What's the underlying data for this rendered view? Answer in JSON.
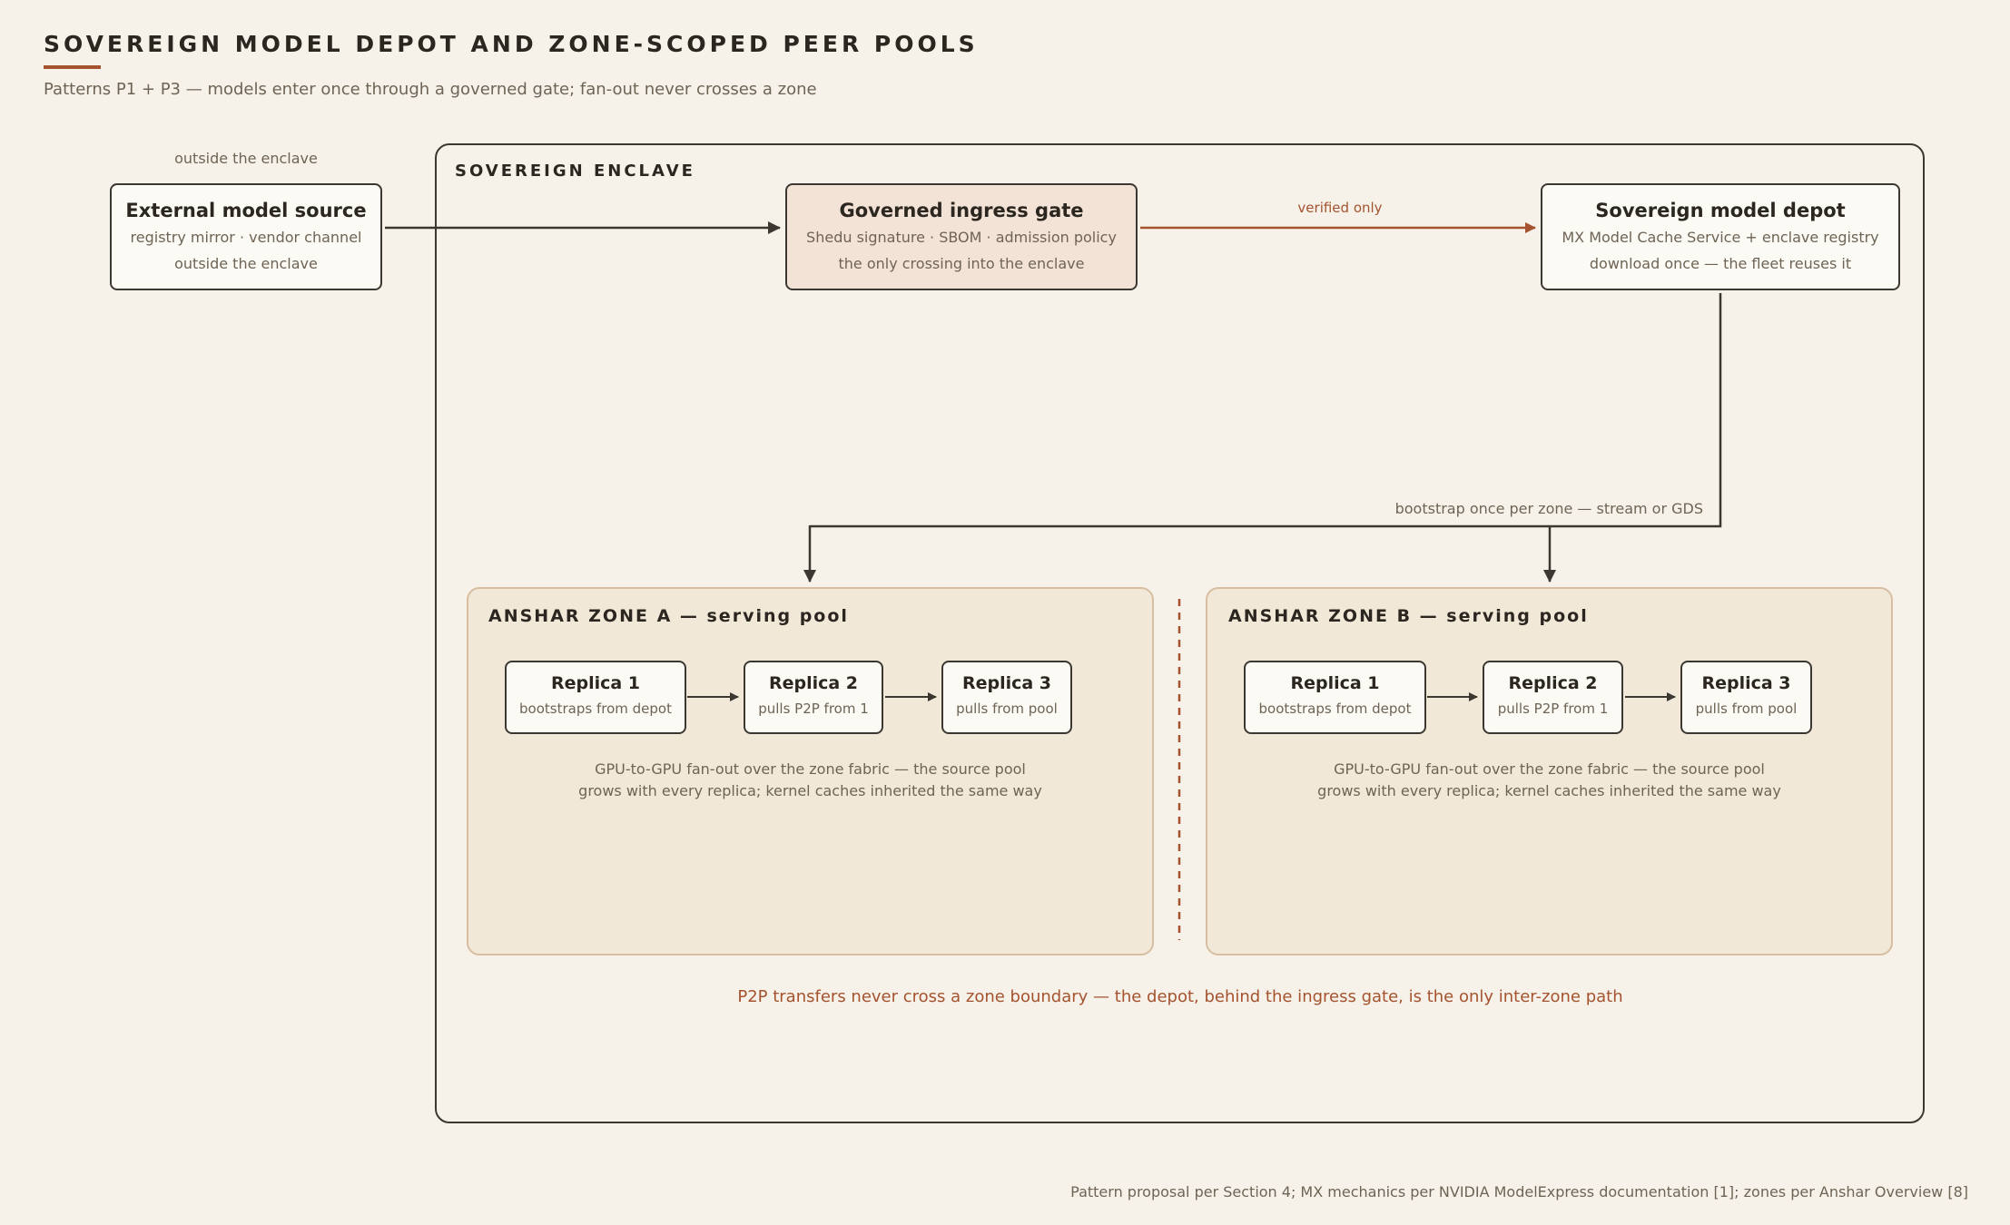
{
  "header": {
    "title": "SOVEREIGN MODEL DEPOT AND ZONE-SCOPED PEER POOLS",
    "subtitle": "Patterns P1 + P3 — models enter once through a governed gate; fan-out never crosses a zone"
  },
  "outside_label": "outside the enclave",
  "external_source": {
    "title": "External model source",
    "line1": "registry mirror · vendor channel",
    "line2": "outside the enclave"
  },
  "enclave": {
    "label": "SOVEREIGN ENCLAVE"
  },
  "ingress_gate": {
    "title": "Governed ingress gate",
    "line1": "Shedu signature · SBOM · admission policy",
    "line2": "the only crossing into the enclave"
  },
  "verified_label": "verified only",
  "depot": {
    "title": "Sovereign model depot",
    "line1": "MX Model Cache Service + enclave registry",
    "line2": "download once — the fleet reuses it"
  },
  "bootstrap_label": "bootstrap once per zone — stream or GDS",
  "zones": [
    {
      "title": "ANSHAR ZONE A — serving pool",
      "replicas": [
        {
          "title": "Replica 1",
          "sub": "bootstraps from depot"
        },
        {
          "title": "Replica 2",
          "sub": "pulls P2P from 1"
        },
        {
          "title": "Replica 3",
          "sub": "pulls from pool"
        }
      ],
      "note_line1": "GPU-to-GPU fan-out over the zone fabric — the source pool",
      "note_line2": "grows with every replica; kernel caches inherited the same way"
    },
    {
      "title": "ANSHAR ZONE B — serving pool",
      "replicas": [
        {
          "title": "Replica 1",
          "sub": "bootstraps from depot"
        },
        {
          "title": "Replica 2",
          "sub": "pulls P2P from 1"
        },
        {
          "title": "Replica 3",
          "sub": "pulls from pool"
        }
      ],
      "note_line1": "GPU-to-GPU fan-out over the zone fabric — the source pool",
      "note_line2": "grows with every replica; kernel caches inherited the same way"
    }
  ],
  "boundary_note": "P2P transfers never cross a zone boundary — the depot, behind the ingress gate, is the only inter-zone path",
  "credit": "Pattern proposal per Section 4; MX mechanics per NVIDIA ModelExpress documentation [1]; zones per Anshar Overview [8]",
  "colors": {
    "background": "#f6f2ea",
    "ink": "#2b2620",
    "muted": "#6e6455",
    "accent": "#a4532e",
    "gate_fill": "#f3e3d6",
    "zone_fill": "#f1e8d8",
    "zone_border": "#d8bea1"
  }
}
